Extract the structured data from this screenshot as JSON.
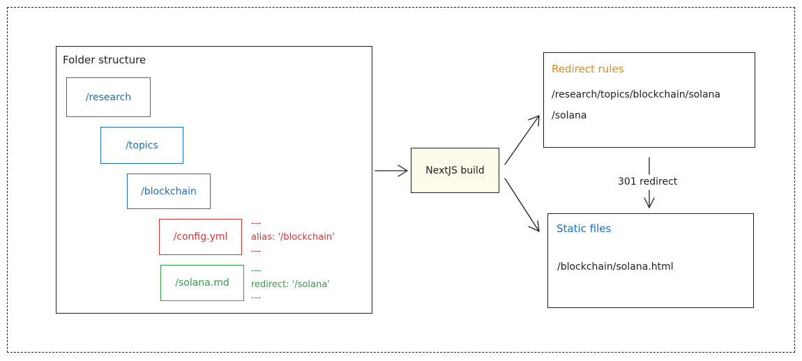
{
  "folder_structure": {
    "title": "Folder structure",
    "research": "/research",
    "topics": "/topics",
    "blockchain": "/blockchain",
    "config": {
      "name": "/config.yml",
      "frontmatter_open": "---",
      "frontmatter_body": "alias: '/blockchain'",
      "frontmatter_close": "---"
    },
    "solana": {
      "name": "/solana.md",
      "frontmatter_open": "---",
      "frontmatter_body": "redirect: '/solana'",
      "frontmatter_close": "---"
    }
  },
  "build": {
    "label": "NextJS build"
  },
  "redirect_rules": {
    "title": "Redirect rules",
    "source": "/research/topics/blockchain/solana",
    "target": "/solana"
  },
  "redirect_edge": {
    "label": "301 redirect"
  },
  "static_files": {
    "title": "Static files",
    "file": "/blockchain/solana.html"
  },
  "colors": {
    "blue": "#1971c2",
    "red": "#e03131",
    "green": "#2f9e44",
    "orange": "#e8890c",
    "build_fill": "#fdfbea",
    "stroke": "#1e1e1e"
  }
}
